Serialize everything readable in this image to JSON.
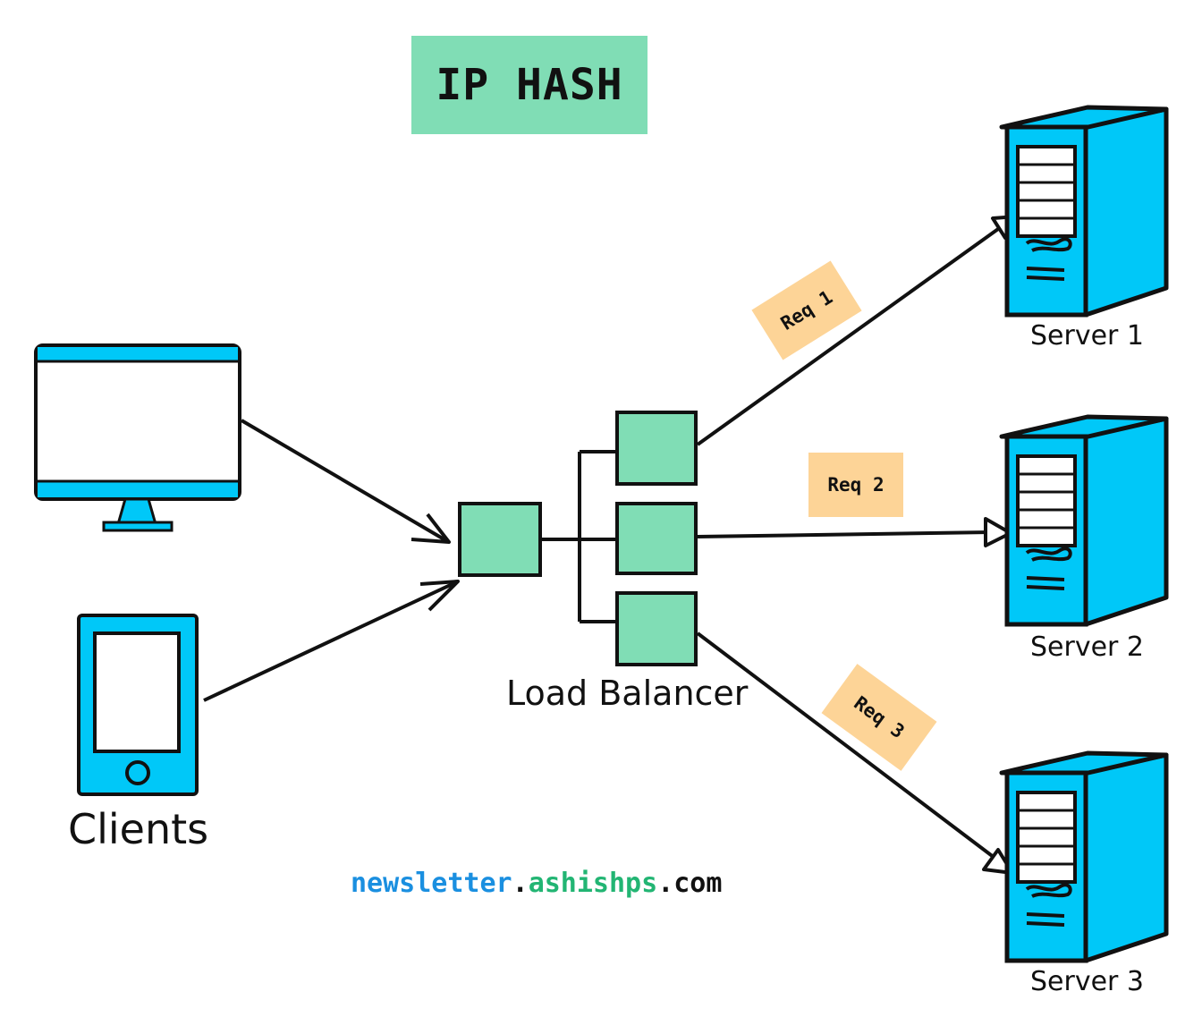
{
  "title": "IP HASH",
  "clients_label": "Clients",
  "load_balancer_label": "Load Balancer",
  "servers": [
    {
      "label": "Server 1"
    },
    {
      "label": "Server 2"
    },
    {
      "label": "Server 3"
    }
  ],
  "requests": [
    {
      "label": "Req 1"
    },
    {
      "label": "Req 2"
    },
    {
      "label": "Req 3"
    }
  ],
  "footer": {
    "part1": "newsletter",
    "dot1": ".",
    "part2": "ashishps",
    "dot2": ".",
    "part3": "com"
  },
  "colors": {
    "device_blue": "#00c8f8",
    "node_green": "#80ddb5",
    "tag_orange": "#fdd497",
    "stroke": "#111111",
    "footer_blue": "#1a8fe0",
    "footer_green": "#22b573"
  },
  "icons": [
    "monitor-icon",
    "phone-icon",
    "server-icon"
  ]
}
